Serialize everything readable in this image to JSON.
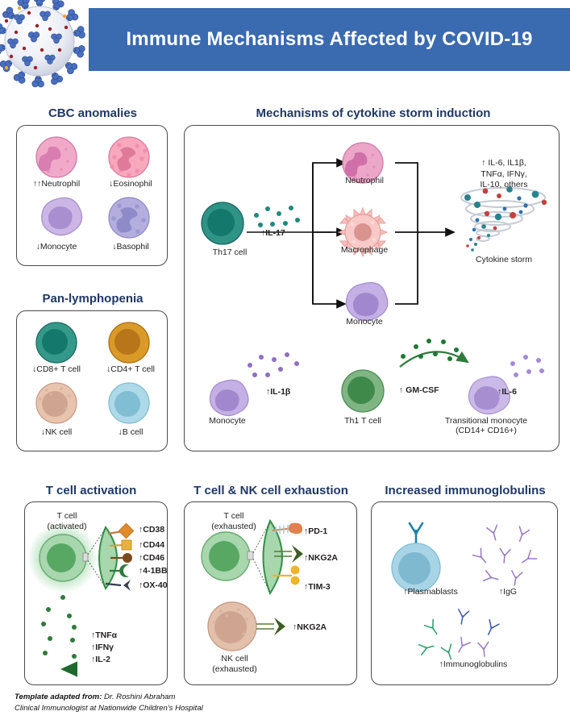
{
  "header": {
    "title": "Immune Mechanisms Affected by COVID-19",
    "bar_color": "#3a6ab0",
    "virion_icon": "sars-cov-2-virion"
  },
  "sections": {
    "cbc": {
      "title": "CBC anomalies",
      "cells": [
        {
          "label": "↑↑Neutrophil",
          "cell": "neutrophil",
          "fill": "#f0a9c8",
          "nucleus": "#d97eb0"
        },
        {
          "label": "↓Eosinophil",
          "cell": "eosinophil",
          "fill": "#f7a8bd",
          "nucleus": "#e07a9b"
        },
        {
          "label": "↓Monocyte",
          "cell": "monocyte",
          "fill": "#cbb6e6",
          "nucleus": "#a98fd0"
        },
        {
          "label": "↓Basophil",
          "cell": "basophil",
          "fill": "#b3aede",
          "nucleus": "#8f8ac8"
        }
      ]
    },
    "panlymph": {
      "title": "Pan-lymphopenia",
      "cells": [
        {
          "label": "↓CD8+ T cell",
          "cell": "cd8-t-cell",
          "fill": "#35998a",
          "nucleus": "#14786c"
        },
        {
          "label": "↓CD4+ T cell",
          "cell": "cd4-t-cell",
          "fill": "#d99a28",
          "nucleus": "#b8751a"
        },
        {
          "label": "↓NK cell",
          "cell": "nk-cell",
          "fill": "#e8c4ae",
          "nucleus": "#c79d88"
        },
        {
          "label": "↓B cell",
          "cell": "b-cell",
          "fill": "#aed9e8",
          "nucleus": "#80bed4"
        }
      ]
    },
    "cytokine_storm": {
      "title": "Mechanisms of cytokine storm induction",
      "source_cell": "Th17 cell",
      "source_arrow_label": "↑IL-17",
      "target_cells": [
        "Neutrophil",
        "Macrophage",
        "Monocyte"
      ],
      "storm_cytokines": "↑ IL-6, IL1β,\nTNFα, IFNγ,\nIL-10, others",
      "storm_cytokines_lines": [
        "↑ IL-6, IL1β,",
        "TNFα, IFNγ,",
        "IL-10, others"
      ],
      "storm_label": "Cytokine storm",
      "bottom_row": {
        "monocyte_label": "Monocyte",
        "monocyte_cytokine": "↑IL-1β",
        "th1_label": "Th1 T cell",
        "gmcsf_label": "↑ GM-CSF",
        "transitional_label_line1": "Transitional monocyte",
        "transitional_label_line2": "(CD14+ CD16+)",
        "transitional_cytokine": "↑IL-6"
      }
    },
    "tcell_activation": {
      "title": "T cell activation",
      "cell_label_line1": "T cell",
      "cell_label_line2": "(activated)",
      "receptors": [
        {
          "label": "↑CD38",
          "shape": "diamond",
          "color": "#e08a2e",
          "stem": "#c47a4b"
        },
        {
          "label": "↑CD44",
          "shape": "square",
          "color": "#e8b13c",
          "stem": "#d8a030"
        },
        {
          "label": "↑CD46",
          "shape": "circle",
          "color": "#7a4a1e",
          "stem": "#7a4a1e"
        },
        {
          "label": "↑4-1BB",
          "shape": "c-clamp",
          "color": "#2f7a3c",
          "stem": "#2f7a3c"
        },
        {
          "label": "↑OX-40",
          "shape": "chevron",
          "color": "#35404e",
          "stem": "#35404e"
        }
      ],
      "cytokines": [
        "↑TNFα",
        "↑IFNγ",
        "↑IL-2"
      ]
    },
    "exhaustion": {
      "title": "T cell & NK cell exhaustion",
      "tcell_label_line1": "T cell",
      "tcell_label_line2": "(exhausted)",
      "nkcell_label_line1": "NK cell",
      "nkcell_label_line2": "(exhausted)",
      "tcell_receptors": [
        {
          "label": "↑PD-1",
          "shape": "pd1",
          "color": "#e0814f"
        },
        {
          "label": "↑NKG2A",
          "shape": "nkg2a",
          "color": "#3d5c24"
        },
        {
          "label": "↑TIM-3",
          "shape": "tim3",
          "color": "#f0b429"
        }
      ],
      "nk_receptor": {
        "label": "↑NKG2A",
        "shape": "nkg2a",
        "color": "#3d5c24"
      }
    },
    "immunoglobulins": {
      "title": "Increased immunoglobulins",
      "items": [
        {
          "label": "↑Plasmablasts",
          "icon": "plasmablast-cell"
        },
        {
          "label": "↑IgG",
          "icon": "igg-antibodies"
        },
        {
          "label": "↑Immunoglobulins",
          "icon": "mixed-antibodies"
        }
      ]
    }
  },
  "footer": {
    "prefix": "Template adapted from:",
    "line1_rest": " Dr. Roshini Abraham",
    "line2": "Clinical Immunologist at Nationwide Children's Hospital"
  },
  "colors": {
    "header_blue": "#3a6ab0",
    "title_navy": "#1f3864",
    "panel_border": "#4a4a4a",
    "teal": "#1f8a7a",
    "green": "#2f7a3c"
  }
}
